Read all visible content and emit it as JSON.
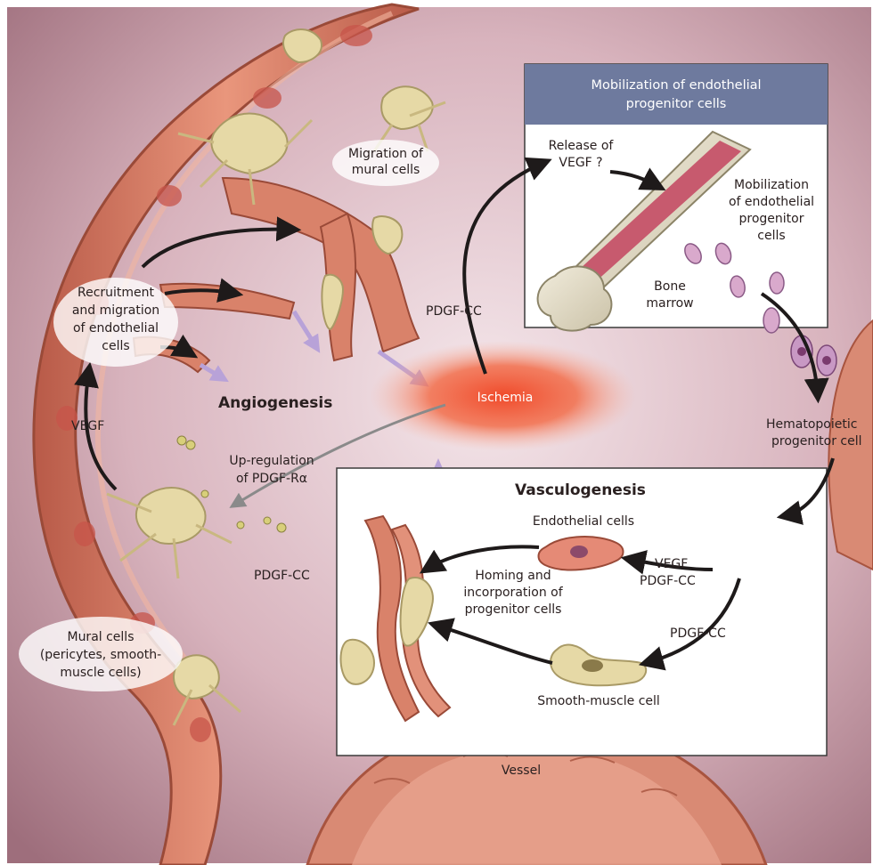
{
  "labels": {
    "migration_mural": [
      "Migration of",
      "mural cells"
    ],
    "recruitment": [
      "Recruitment",
      "and migration",
      "of endothelial",
      "cells"
    ],
    "vegf_left": "VEGF",
    "angiogenesis": "Angiogenesis",
    "upregulation": [
      "Up-regulation",
      "of PDGF-Rα"
    ],
    "pdgf_cc_left": "PDGF-CC",
    "mural_cells": [
      "Mural cells",
      "(pericytes, smooth-",
      "muscle cells)"
    ],
    "ischemia": "Ischemia",
    "pdgf_cc_top": "PDGF-CC",
    "vessel": "Vessel",
    "hematopoietic": [
      "Hematopoietic",
      "progenitor cell"
    ]
  },
  "mobilization_box": {
    "title": [
      "Mobilization of endothelial",
      "progenitor cells"
    ],
    "release": [
      "Release of",
      "VEGF ?"
    ],
    "mobilization": [
      "Mobilization",
      "of endothelial",
      "progenitor",
      "cells"
    ],
    "bone_marrow": [
      "Bone",
      "marrow"
    ]
  },
  "vasculogenesis_box": {
    "title": "Vasculogenesis",
    "endothelial_cells": "Endothelial cells",
    "homing": [
      "Homing and",
      "incorporation of",
      "progenitor cells"
    ],
    "vegf": "VEGF",
    "pdgf_cc_a": "PDGF-CC",
    "pdgf_cc_b": "PDGF-CC",
    "smooth_muscle": "Smooth-muscle cell"
  },
  "colors": {
    "background": "#c49aa6",
    "vessel": "#d9826a",
    "mural": "#e6d9a6",
    "box_header": "#6e7a9e",
    "ischemia": "#f2553a",
    "arrow": "#1e1a1a",
    "purple_arrow": "#b8a2d8"
  }
}
